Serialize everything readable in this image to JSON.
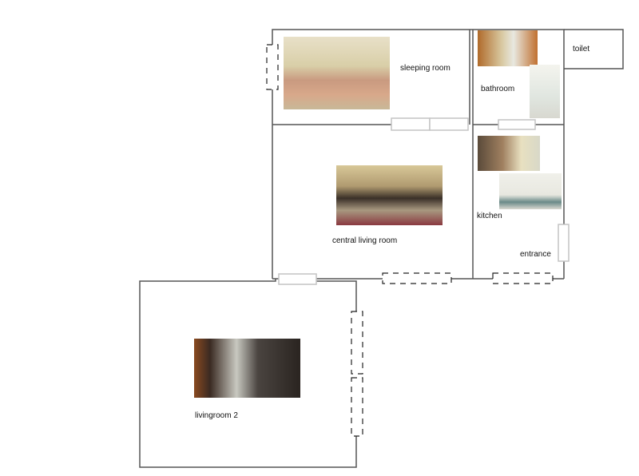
{
  "rooms": {
    "sleeping_room": "sleeping room",
    "bathroom": "bathroom",
    "toilet": "toilet",
    "kitchen": "kitchen",
    "entrance": "entrance",
    "central_living_room": "central living room",
    "livingroom_2": "livingroom 2"
  },
  "colors": {
    "wall": "#555555",
    "door": "#c8c8c8",
    "window_dashed": "#222222"
  }
}
